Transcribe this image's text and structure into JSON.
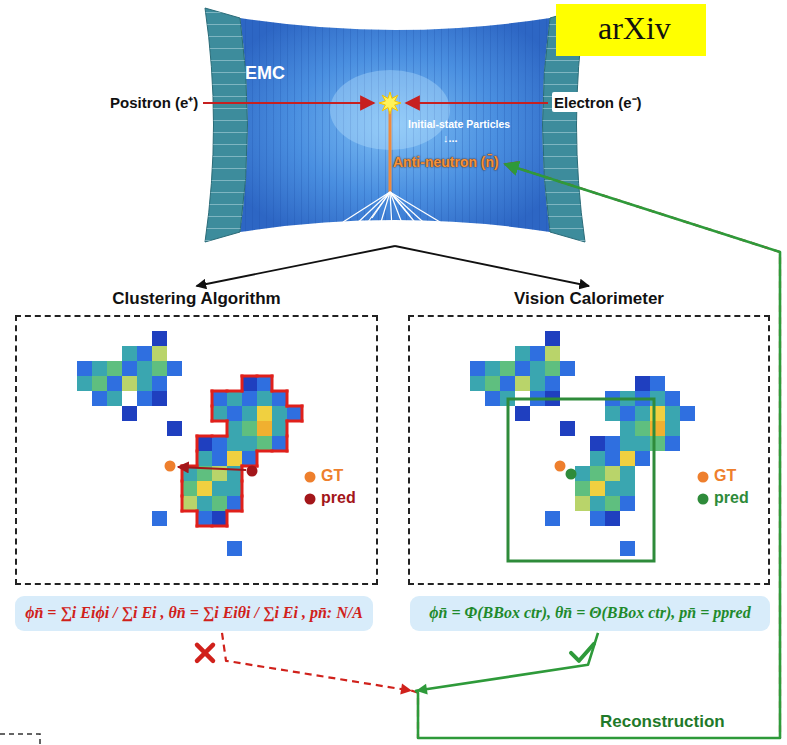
{
  "diagram": {
    "nodes": [
      {
        "text": [
          "EMC",
          "Initial-state Particles",
          "↓...",
          "Anti-neutron (n̄)"
        ]
      },
      {
        "text": [
          "Clustering Algorithm"
        ]
      },
      {
        "text": [
          "Vision Calorimeter"
        ]
      },
      {
        "text": [
          "ϕn̄ = ∑i Eiϕi / ∑i Ei , θn̄ = ∑i Eiθi / ∑i Ei , pn̄: N/A"
        ]
      },
      {
        "text": [
          "ϕn̄ = Φ(BBox ctr), θn̄ = Θ(BBox ctr), pn̄ = ppred"
        ]
      }
    ],
    "edges": [
      {
        "from": 0,
        "to": 1,
        "arrow": "to"
      },
      {
        "from": 0,
        "to": 2,
        "arrow": "to"
      },
      {
        "from": 3,
        "to": 0,
        "arrow": "to"
      },
      {
        "from": 4,
        "to": 0,
        "label": "Reconstruction",
        "arrow": "to"
      }
    ],
    "labels": [
      "arXiv",
      "Positron (e⁺)",
      "Electron (e⁻)"
    ],
    "legend": [
      {
        "text": "GT",
        "color": "#ee7f2d"
      },
      {
        "text": "pred",
        "color": "#a3161a"
      },
      {
        "text": "GT",
        "color": "#ee7f2d"
      },
      {
        "text": "pred",
        "color": "#2e8b3a"
      }
    ]
  }
}
